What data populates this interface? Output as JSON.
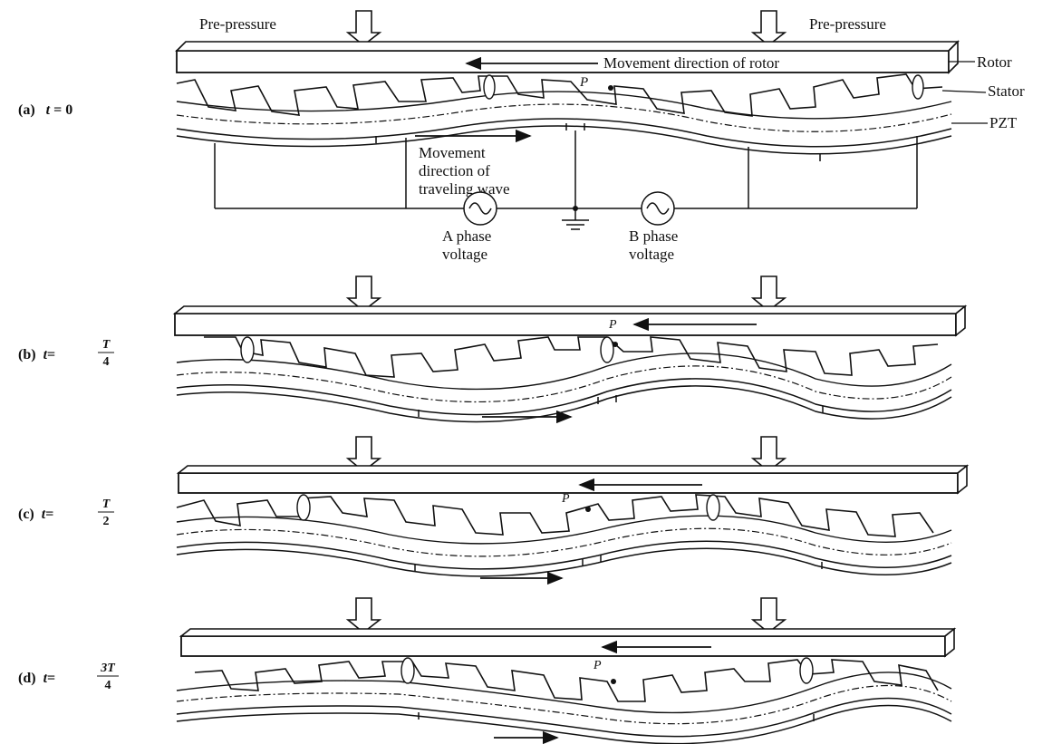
{
  "labels": {
    "pre_pressure_left": "Pre-pressure",
    "pre_pressure_right": "Pre-pressure",
    "rotor": "Rotor",
    "stator": "Stator",
    "pzt": "PZT",
    "movement_rotor": "Movement direction of rotor",
    "wave_line1": "Movement",
    "wave_line2": "direction of",
    "wave_line3": "traveling wave",
    "a_phase_line1": "A phase",
    "a_phase_line2": "voltage",
    "b_phase_line1": "B phase",
    "b_phase_line2": "voltage",
    "point": "P"
  },
  "panels": [
    {
      "letter": "(a)",
      "var": "t",
      "eq": "=",
      "value": "0",
      "num": "",
      "den": ""
    },
    {
      "letter": "(b)",
      "var": "t",
      "eq": "=",
      "value": "",
      "num": "T",
      "den": "4"
    },
    {
      "letter": "(c)",
      "var": "t",
      "eq": "=",
      "value": "",
      "num": "T",
      "den": "2"
    },
    {
      "letter": "(d)",
      "var": "t",
      "eq": "=",
      "value": "",
      "num": "3T",
      "den": "4"
    }
  ]
}
